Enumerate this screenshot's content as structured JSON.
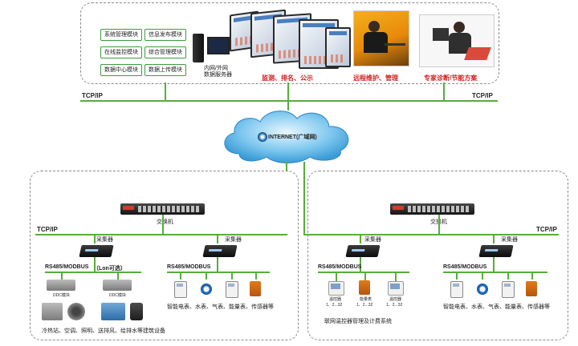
{
  "top_panel": {
    "modules": [
      "系统管理模块",
      "信息发布模块",
      "在线监控模块",
      "综合管理模块",
      "数据中心模块",
      "数据上传模块"
    ],
    "server_label": "内网/外网\n数据服务器",
    "server_label_l1": "内网/外网",
    "server_label_l2": "数据服务器",
    "functions": [
      "监测、排名、公示",
      "远程维护、管理",
      "专家诊断/节能方案"
    ]
  },
  "network": {
    "tcp_label": "TCP/IP",
    "internet_label": "INTERNET(广域网)"
  },
  "left_panel": {
    "switch_label": "交换机",
    "tcp_label": "TCP/IP",
    "collector_label": "采集器",
    "bus_label_a": "RS485/MODBUS",
    "bus_label_a_extra": "（Lon可选）",
    "bus_label_b": "RS485/MODBUS",
    "ddc_label": "DDC模块",
    "equipment_caption": "冷热站、空调、照明、送排风、给排水等建筑设备",
    "meters_caption": "智能电表、水表、气表、能量表、传感器等"
  },
  "right_panel": {
    "switch_label": "交换机",
    "collector_label": "采集器",
    "bus_label_a": "RS485/MODBUS",
    "bus_label_b": "RS485/MODBUS",
    "tcp_label": "TCP/IP",
    "device_labels": [
      "温控器",
      "能量表",
      "温控器"
    ],
    "device_sub": [
      "1、2...32",
      "1、2...32",
      "1、2...32"
    ],
    "system_caption": "联网温控器管理及计费系统",
    "meters_caption": "智能电表、水表、气表、能量表、传感器等"
  }
}
